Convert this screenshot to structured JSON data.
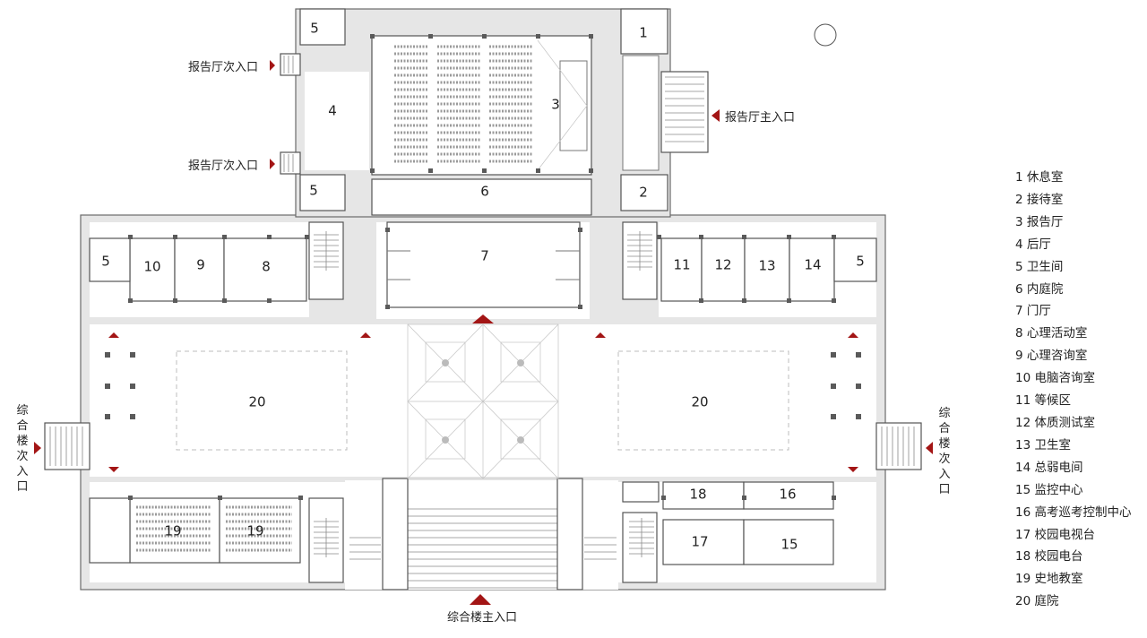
{
  "entrances": {
    "auditorium_side_top": "报告厅次入口",
    "auditorium_side_bottom": "报告厅次入口",
    "auditorium_main": "报告厅主入口",
    "complex_side_left": "综合楼次入口",
    "complex_side_right": "综合楼次入口",
    "complex_main": "综合楼主入口"
  },
  "room_numbers": {
    "r1": "1",
    "r2": "2",
    "r3": "3",
    "r4": "4",
    "r5_top": "5",
    "r5_mid": "5",
    "r5_left": "5",
    "r5_right": "5",
    "r6": "6",
    "r7": "7",
    "r8": "8",
    "r9": "9",
    "r10": "10",
    "r11": "11",
    "r12": "12",
    "r13": "13",
    "r14": "14",
    "r15": "15",
    "r16": "16",
    "r17": "17",
    "r18": "18",
    "r19_a": "19",
    "r19_b": "19",
    "r20_left": "20",
    "r20_right": "20"
  },
  "legend": [
    "1 休息室",
    "2 接待室",
    "3 报告厅",
    "4 后厅",
    "5 卫生间",
    "6 内庭院",
    "7 门厅",
    "8 心理活动室",
    "9 心理咨询室",
    "10 电脑咨询室",
    "11 等候区",
    "12 体质测试室",
    "13 卫生室",
    "14 总弱电间",
    "15 监控中心",
    "16 高考巡考控制中心",
    "17 校园电视台",
    "18 校园电台",
    "19 史地教室",
    "20 庭院"
  ],
  "icons": {
    "north_arrow": "north-arrow-icon",
    "entrance_marker": "entrance-triangle-icon"
  },
  "colors": {
    "accent": "#a31515",
    "wall": "#6a6a6a",
    "fill": "#e6e6e6"
  }
}
